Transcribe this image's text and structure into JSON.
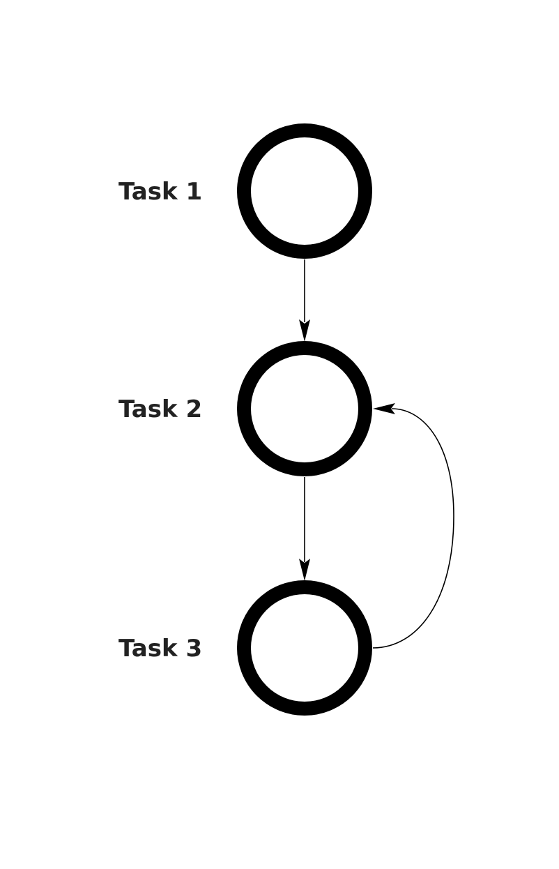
{
  "diagram": {
    "nodes": [
      {
        "id": "task1",
        "label": "Task 1"
      },
      {
        "id": "task2",
        "label": "Task 2"
      },
      {
        "id": "task3",
        "label": "Task 3"
      }
    ],
    "edges": [
      {
        "from": "task1",
        "to": "task2",
        "style": "straight"
      },
      {
        "from": "task2",
        "to": "task3",
        "style": "straight"
      },
      {
        "from": "task3",
        "to": "task2",
        "style": "curved"
      }
    ],
    "colors": {
      "node_stroke": "#000000",
      "node_fill": "#ffffff",
      "label": "#222222",
      "edge": "#000000"
    }
  }
}
